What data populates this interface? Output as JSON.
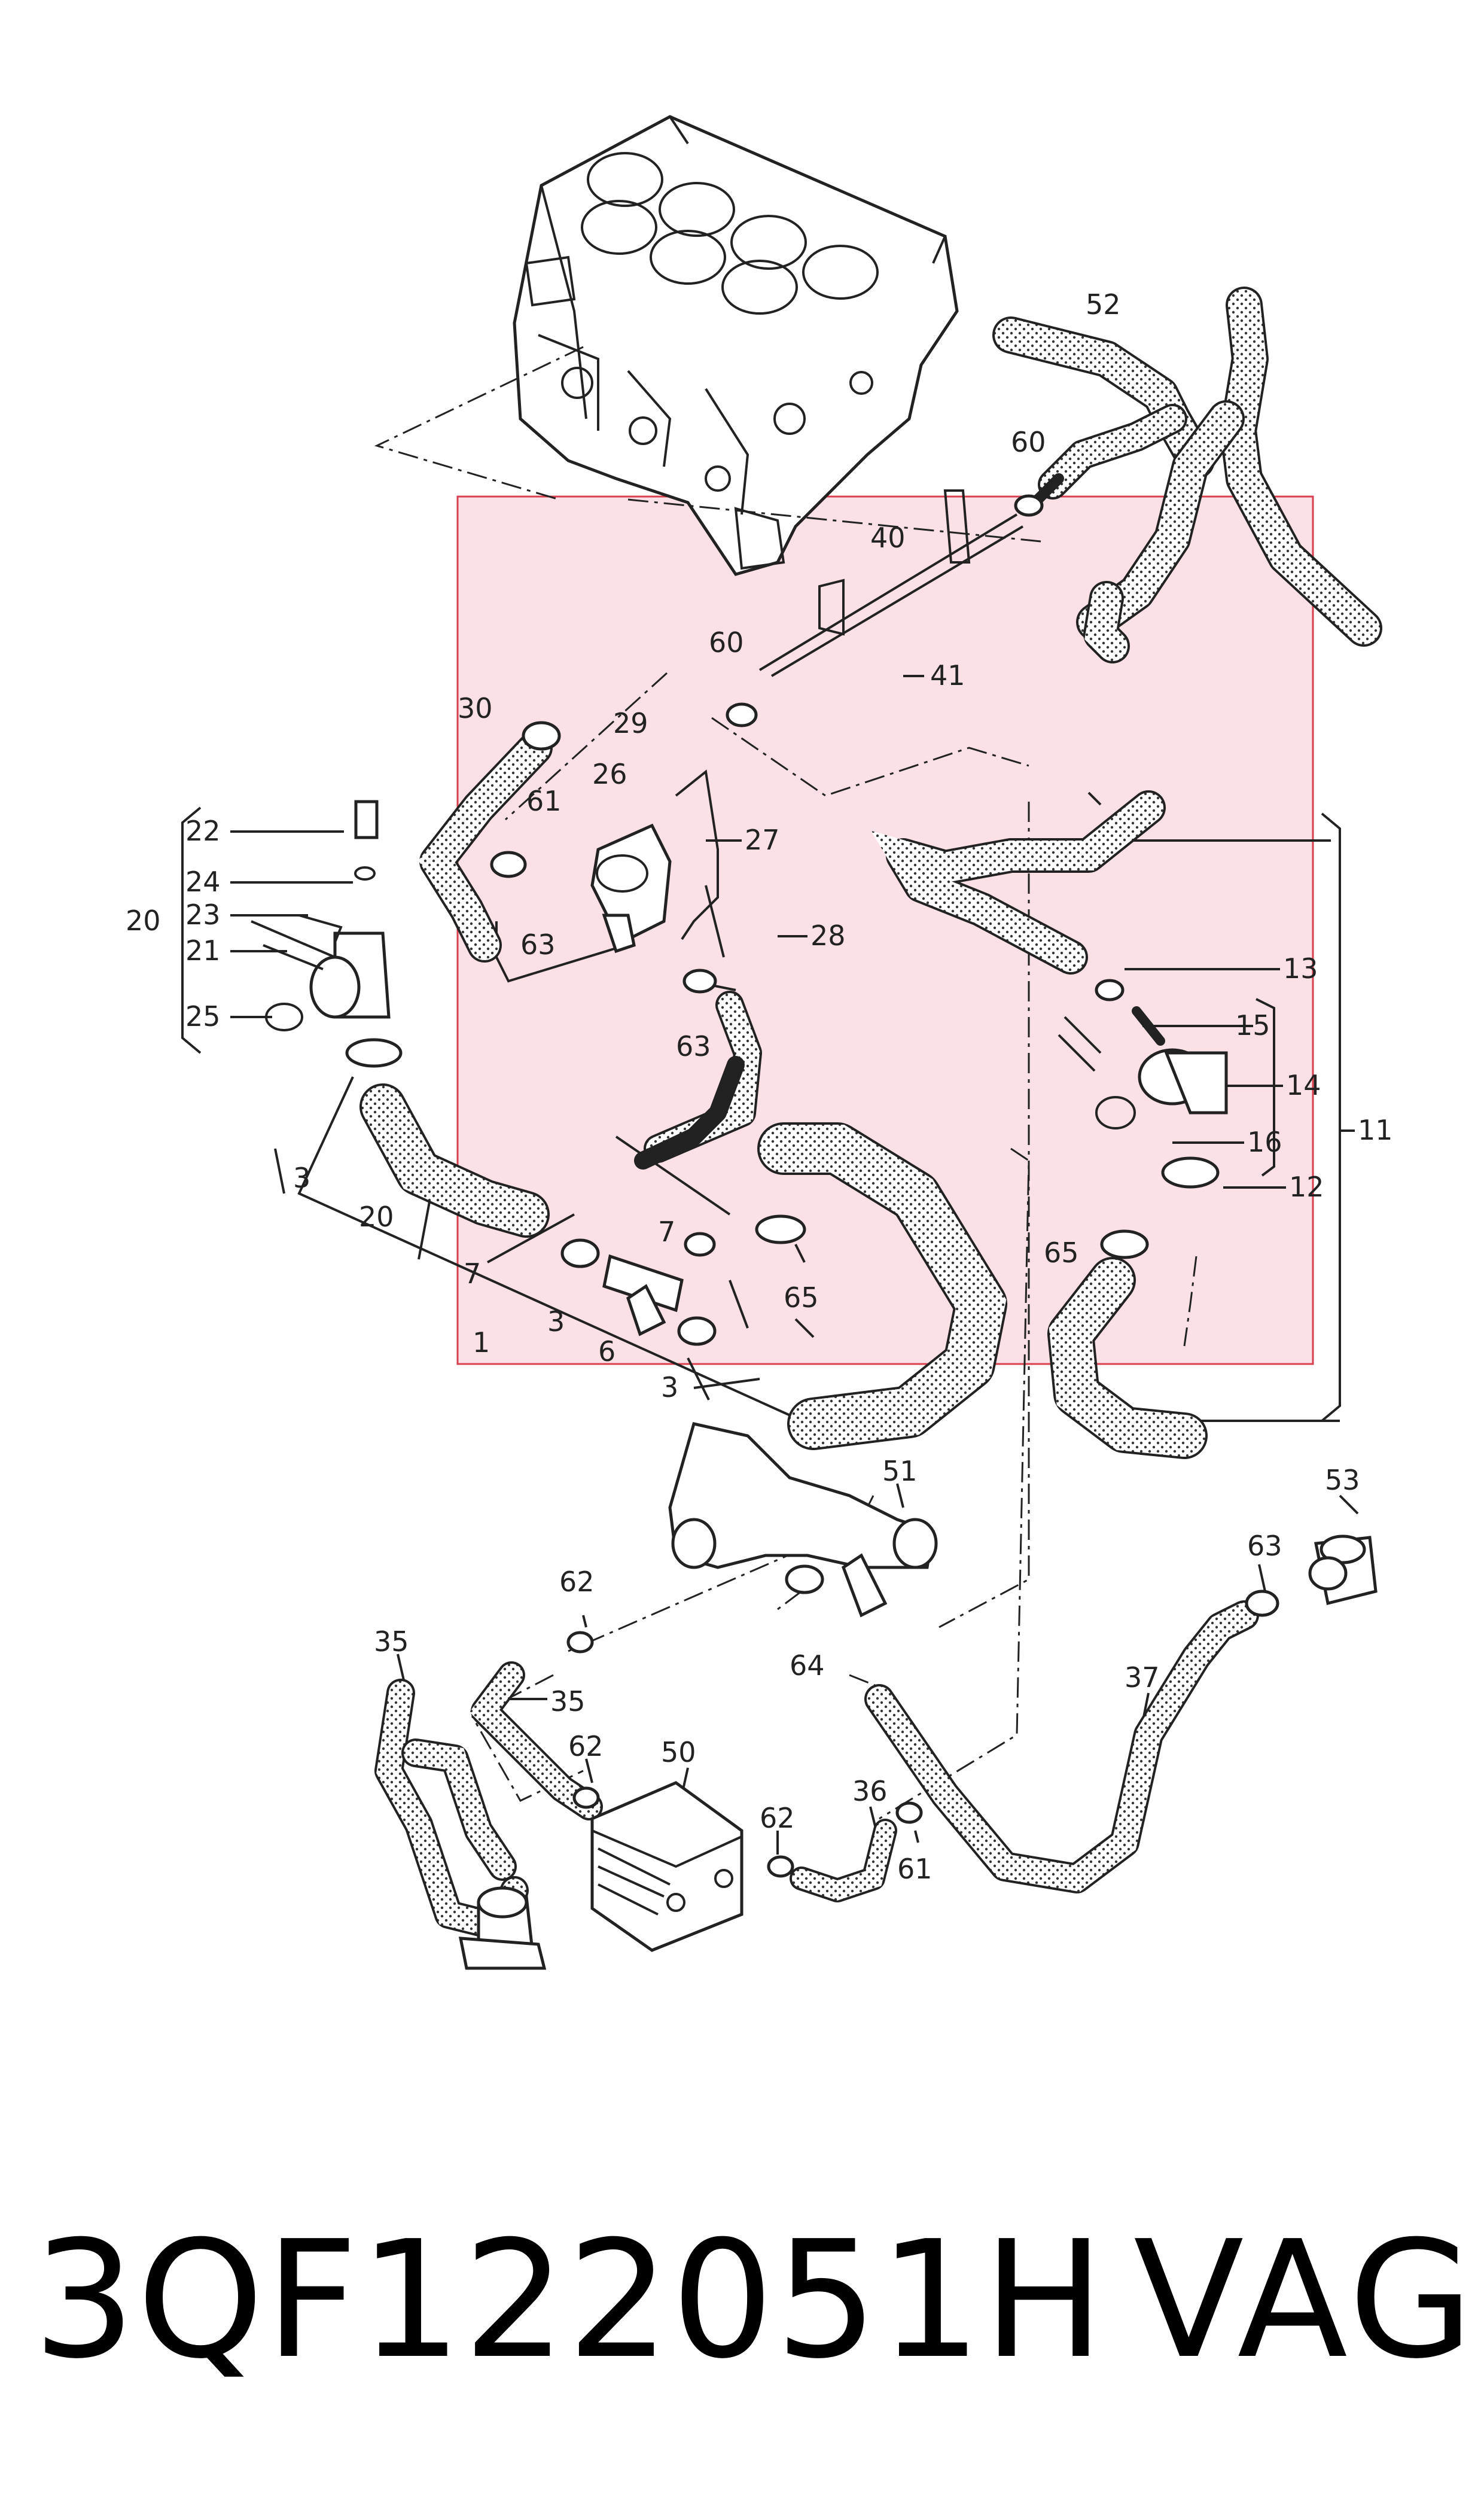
{
  "footer": {
    "part_number": "3QF122051H",
    "brand": "VAG"
  },
  "highlight": {
    "color": "#f8c7d0",
    "border": "#d9404f"
  },
  "callouts": [
    {
      "key": "c52",
      "text": "52"
    },
    {
      "key": "c60a",
      "text": "60"
    },
    {
      "key": "c40",
      "text": "40"
    },
    {
      "key": "c60b",
      "text": "60"
    },
    {
      "key": "c41",
      "text": "41"
    },
    {
      "key": "c30",
      "text": "30"
    },
    {
      "key": "c29",
      "text": "29"
    },
    {
      "key": "c61a",
      "text": "61"
    },
    {
      "key": "c26",
      "text": "26"
    },
    {
      "key": "c27",
      "text": "27"
    },
    {
      "key": "c28",
      "text": "28"
    },
    {
      "key": "c63a",
      "text": "63"
    },
    {
      "key": "c63b",
      "text": "63"
    },
    {
      "key": "c22",
      "text": "22"
    },
    {
      "key": "c24",
      "text": "24"
    },
    {
      "key": "c23",
      "text": "23"
    },
    {
      "key": "c20a",
      "text": "20"
    },
    {
      "key": "c21",
      "text": "21"
    },
    {
      "key": "c25",
      "text": "25"
    },
    {
      "key": "c13",
      "text": "13"
    },
    {
      "key": "c15",
      "text": "15"
    },
    {
      "key": "c14",
      "text": "14"
    },
    {
      "key": "c11",
      "text": "11"
    },
    {
      "key": "c16",
      "text": "16"
    },
    {
      "key": "c12",
      "text": "12"
    },
    {
      "key": "c3a",
      "text": "3"
    },
    {
      "key": "c20b",
      "text": "20"
    },
    {
      "key": "c7a",
      "text": "7"
    },
    {
      "key": "c7b",
      "text": "7"
    },
    {
      "key": "c65a",
      "text": "65"
    },
    {
      "key": "c65b",
      "text": "65"
    },
    {
      "key": "c3b",
      "text": "3"
    },
    {
      "key": "c6",
      "text": "6"
    },
    {
      "key": "c1",
      "text": "1"
    },
    {
      "key": "c3c",
      "text": "3"
    },
    {
      "key": "c51",
      "text": "51"
    },
    {
      "key": "c53",
      "text": "53"
    },
    {
      "key": "c63c",
      "text": "63"
    },
    {
      "key": "c62a",
      "text": "62"
    },
    {
      "key": "c64",
      "text": "64"
    },
    {
      "key": "c35a",
      "text": "35"
    },
    {
      "key": "c35b",
      "text": "35"
    },
    {
      "key": "c62b",
      "text": "62"
    },
    {
      "key": "c50",
      "text": "50"
    },
    {
      "key": "c36",
      "text": "36"
    },
    {
      "key": "c62c",
      "text": "62"
    },
    {
      "key": "c61b",
      "text": "61"
    },
    {
      "key": "c37",
      "text": "37"
    }
  ]
}
